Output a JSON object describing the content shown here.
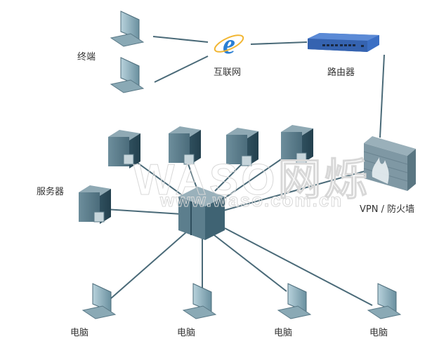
{
  "labels": {
    "terminal": "终端",
    "internet": "互联网",
    "router": "路由器",
    "servers": "服务器",
    "firewall": "VPN / 防火墙",
    "pc1": "电脑",
    "pc2": "电脑",
    "pc3": "电脑",
    "pc4": "电脑"
  },
  "watermark": {
    "brand": "WASO网烁",
    "url": "www.waso.com.cn"
  },
  "colors": {
    "line": "#4a6a78",
    "device": "#3f6373",
    "router": "#3b6fc4"
  }
}
